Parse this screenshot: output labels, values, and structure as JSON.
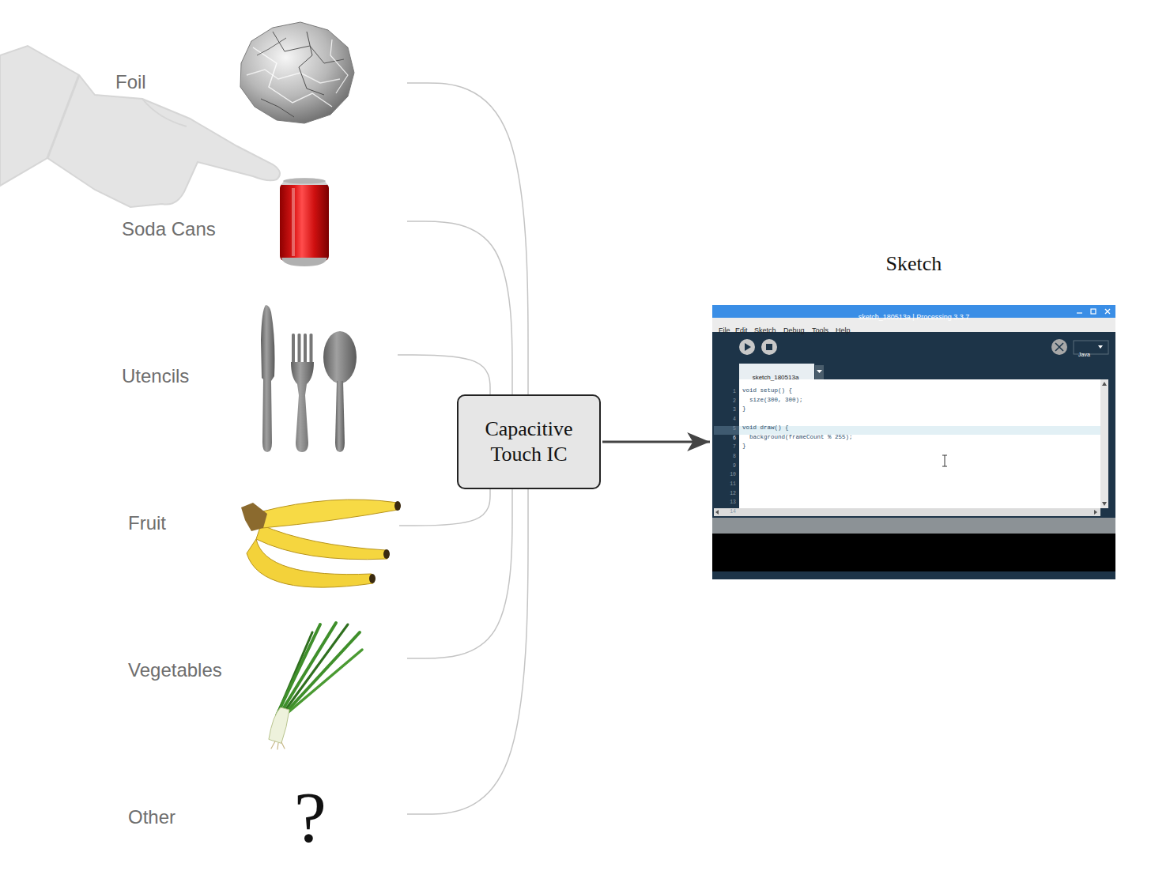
{
  "diagram": {
    "nodes": [
      {
        "text": [
          "Foil"
        ]
      },
      {
        "text": [
          "Soda Cans"
        ]
      },
      {
        "text": [
          "Utencils"
        ]
      },
      {
        "text": [
          "Fruit"
        ]
      },
      {
        "text": [
          "Vegetables"
        ]
      },
      {
        "text": [
          "Other",
          "?"
        ]
      },
      {
        "text": [
          "Capacitive Touch IC"
        ]
      },
      {
        "text": [
          "Sketch"
        ]
      }
    ],
    "edges": [
      {
        "from": 0,
        "to": 6,
        "arrow": "none"
      },
      {
        "from": 1,
        "to": 6,
        "arrow": "none"
      },
      {
        "from": 2,
        "to": 6,
        "arrow": "none"
      },
      {
        "from": 3,
        "to": 6,
        "arrow": "none"
      },
      {
        "from": 4,
        "to": 6,
        "arrow": "none"
      },
      {
        "from": 5,
        "to": 6,
        "arrow": "none"
      },
      {
        "from": 6,
        "to": 7,
        "arrow": "to"
      }
    ],
    "labels": [
      "sketch_180513a | Processing 3.3.7",
      "File",
      "Edit",
      "Sketch",
      "Debug",
      "Tools",
      "Help",
      "Java",
      "sketch_180513a",
      "1",
      "2",
      "3",
      "4",
      "5",
      "6",
      "7",
      "8",
      "9",
      "10",
      "11",
      "12",
      "13",
      "14",
      "void setup() {",
      "size(300, 300);",
      "}",
      "void draw() {",
      "background(frameCount % 255);",
      "}"
    ]
  }
}
